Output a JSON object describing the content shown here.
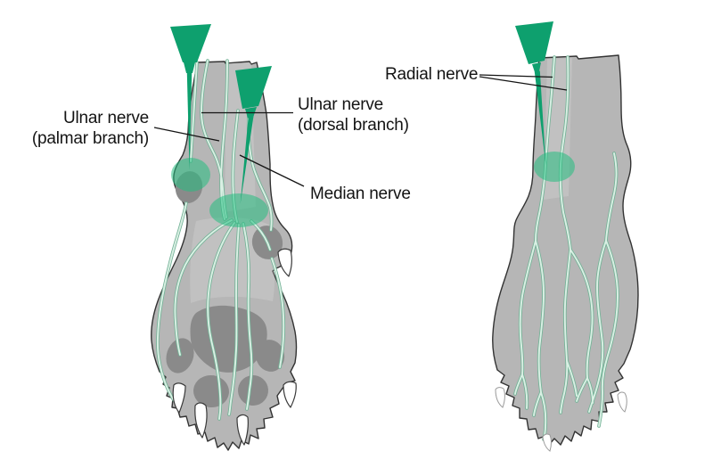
{
  "labels": {
    "ulnar_palmar_1": "Ulnar nerve",
    "ulnar_palmar_2": "(palmar branch)",
    "ulnar_dorsal_1": "Ulnar nerve",
    "ulnar_dorsal_2": "(dorsal branch)",
    "median": "Median nerve",
    "radial": "Radial nerve"
  },
  "icons": {
    "syringe": "syringe-icon",
    "injection_site": "injection-highlight-ellipse",
    "nerve": "nerve-line",
    "paw_pad": "paw-pad",
    "claw": "claw"
  },
  "colors": {
    "background": "#ffffff",
    "syringe_green": "#0ea06e",
    "injection_highlight": "#25bd7f",
    "nerve_fill": "#daf0e4",
    "nerve_edge": "#74b297",
    "paw_gray": "#b6b6b6",
    "pad_gray": "#8a8a8a",
    "outline_dark": "#333333",
    "claw_white": "#ffffff",
    "label_text": "#141414",
    "leader_line": "#141414"
  }
}
